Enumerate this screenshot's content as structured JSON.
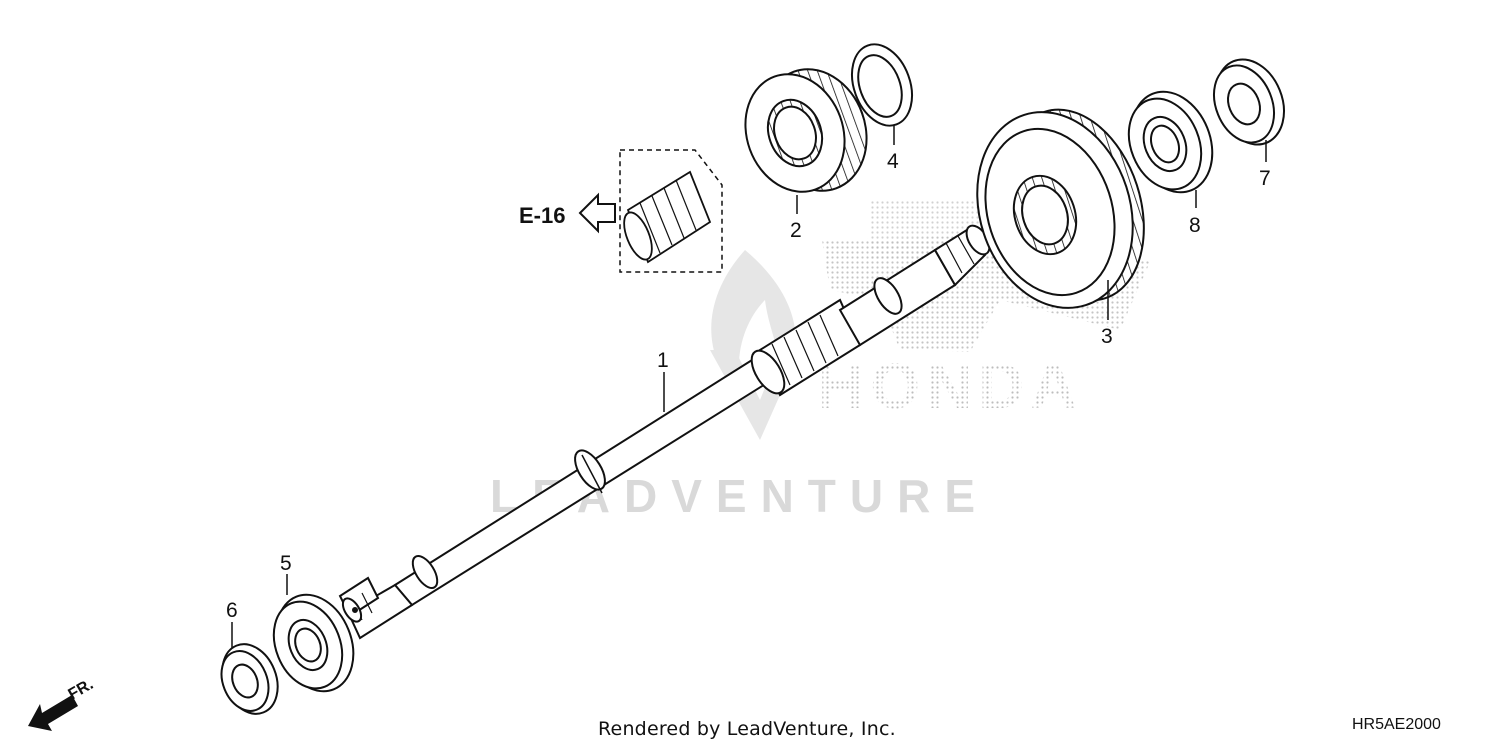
{
  "diagram": {
    "reference_label": "E-16",
    "front_label": "FR.",
    "callouts": [
      "1",
      "2",
      "3",
      "4",
      "5",
      "6",
      "7",
      "8"
    ]
  },
  "footer": {
    "credit": "Rendered by LeadVenture, Inc.",
    "drawing_code": "HR5AE2000"
  },
  "watermark": {
    "brand": "HONDA",
    "vendor": "LEADVENTURE"
  },
  "colors": {
    "ink": "#111111",
    "watermark_grey": "#d9d9d9",
    "dot_grey": "#bdbdbd"
  }
}
